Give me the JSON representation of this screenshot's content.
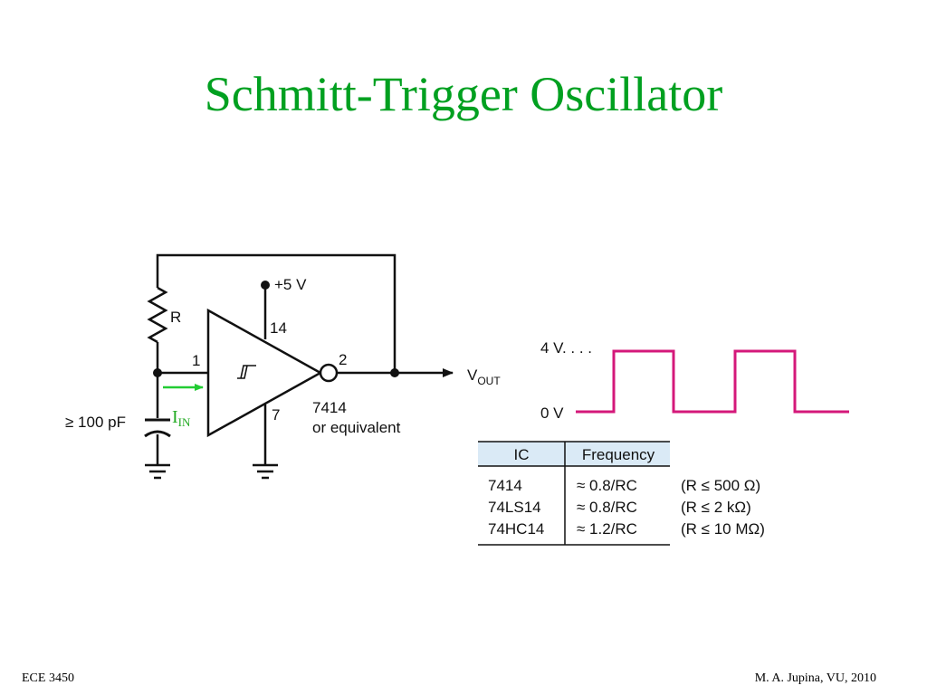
{
  "slide": {
    "title": "Schmitt-Trigger Oscillator",
    "footer_left": "ECE 3450",
    "footer_right": "M. A. Jupina, VU, 2010"
  },
  "colors": {
    "title": "#00a020",
    "wire": "#111111",
    "waveform": "#d4187a",
    "current_arrow": "#22cc33",
    "current_label": "#22aa22",
    "table_header": "#daeaf6"
  },
  "circuit": {
    "supply_label": "+5 V",
    "resistor_label": "R",
    "capacitor_label": "≥ 100 pF",
    "pin_input": "1",
    "pin_output": "2",
    "pin_vcc": "14",
    "pin_gnd": "7",
    "ic_name": "7414",
    "ic_note": "or equivalent",
    "output_label": "V",
    "output_label_sub": "OUT",
    "current_label": "I",
    "current_label_sub": "IN",
    "hysteresis_symbol": "schmitt-trigger-symbol"
  },
  "waveform": {
    "high_label": "4 V. . . .",
    "low_label": "0 V",
    "levels_volts": [
      0,
      4
    ],
    "shape": "square"
  },
  "table": {
    "headers": [
      "IC",
      "Frequency"
    ],
    "rows": [
      {
        "ic": "7414",
        "frequency": "≈ 0.8/RC",
        "condition": "(R ≤ 500 Ω)"
      },
      {
        "ic": "74LS14",
        "frequency": "≈ 0.8/RC",
        "condition": "(R ≤ 2 kΩ)"
      },
      {
        "ic": "74HC14",
        "frequency": "≈ 1.2/RC",
        "condition": "(R ≤ 10 MΩ)"
      }
    ]
  }
}
